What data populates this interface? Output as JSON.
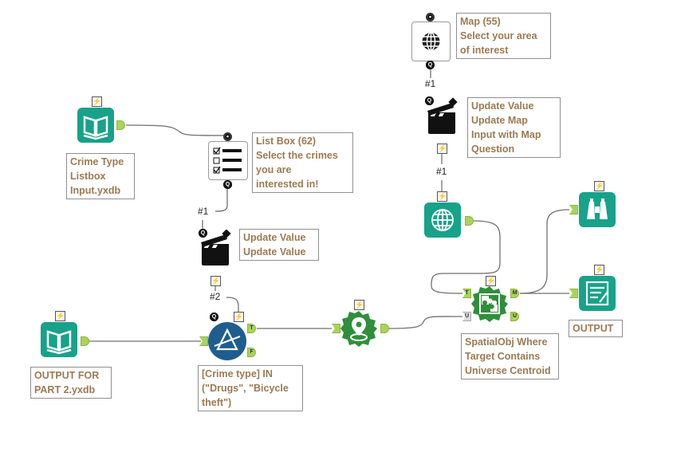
{
  "canvas": {
    "tools": {
      "crime_type_input": {
        "type": "input-data",
        "icon": "book-icon",
        "annotation": [
          "Crime Type",
          "Listbox",
          "Input.yxdb"
        ]
      },
      "list_box": {
        "type": "list-box",
        "icon": "checklist-icon",
        "annotation": [
          "List Box (62)",
          "Select the crimes",
          "you are",
          "interested in!"
        ]
      },
      "action_update_value": {
        "type": "action",
        "icon": "clapperboard-icon",
        "annotation": [
          "Update Value",
          "Update Value"
        ]
      },
      "output_part2_input": {
        "type": "input-data",
        "icon": "book-icon",
        "annotation": [
          "OUTPUT FOR",
          "PART 2.yxdb"
        ]
      },
      "filter": {
        "type": "filter",
        "icon": "filter-icon",
        "anchors": [
          "T",
          "F"
        ],
        "annotation": [
          "[Crime type] IN",
          "(\"Drugs\", \"Bicycle",
          "theft\")"
        ]
      },
      "create_points": {
        "type": "create-points",
        "icon": "map-pin-icon"
      },
      "map_question": {
        "type": "map-question",
        "icon": "globe-icon",
        "annotation": [
          "Map (55)",
          "Select your area",
          "of interest"
        ]
      },
      "action_update_map": {
        "type": "action",
        "icon": "clapperboard-icon",
        "annotation": [
          "Update Value",
          "Update Map",
          "Input with Map",
          "Question"
        ]
      },
      "map_input": {
        "type": "map-input",
        "icon": "globe-icon"
      },
      "spatial_match": {
        "type": "spatial-match",
        "icon": "puzzle-icon",
        "anchors_in": [
          "T",
          "U"
        ],
        "anchors_out": [
          "M",
          "U"
        ],
        "annotation": [
          "SpatialObj Where",
          "Target Contains",
          "Universe Centroid"
        ]
      },
      "browse": {
        "type": "browse",
        "icon": "binoculars-icon"
      },
      "output_data": {
        "type": "output-data",
        "icon": "output-icon",
        "annotation": [
          "OUTPUT"
        ]
      }
    },
    "connection_labels": {
      "listbox_to_action": "#1",
      "action_to_filter": "#2",
      "map_to_action": "#1",
      "action_to_mapinput": "#1"
    },
    "anchor_letters": {
      "q": "Q",
      "t": "T",
      "f": "F",
      "m": "M",
      "u": "U",
      "bolt": "⚡"
    },
    "colors": {
      "teal": "#17a289",
      "green": "#2f8f3a",
      "blue": "#1f5d8f",
      "anchor": "#a9d45a",
      "annotation_text": "#9b7a52"
    }
  }
}
